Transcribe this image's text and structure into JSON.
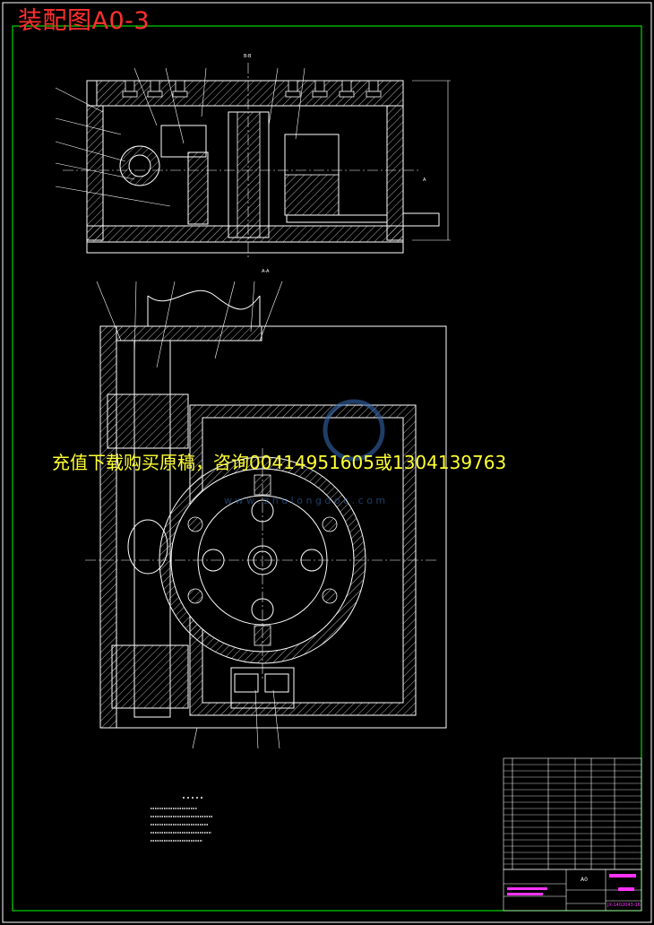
{
  "title": "装配图A0-3",
  "watermark": "充值下载购买原稿，咨询00414951605或1304139763",
  "watermark_site": "w w w . z h u l o n g d o c . c o m",
  "section_labels": {
    "top_view": "B-B",
    "bottom_view": "A-A",
    "arrow_a": "A"
  },
  "colors": {
    "background": "#000000",
    "frame": "#00ff00",
    "outline": "#ffffff",
    "hatch": "#ffffff",
    "centerline": "#ffffff",
    "title": "#ff3030",
    "watermark": "#ffff33",
    "title_block_text": "#ff33ff",
    "title_block_grid": "#00ff00"
  },
  "title_block": {
    "material_code": "A0",
    "drawing_number": "JX-1402043-16"
  }
}
